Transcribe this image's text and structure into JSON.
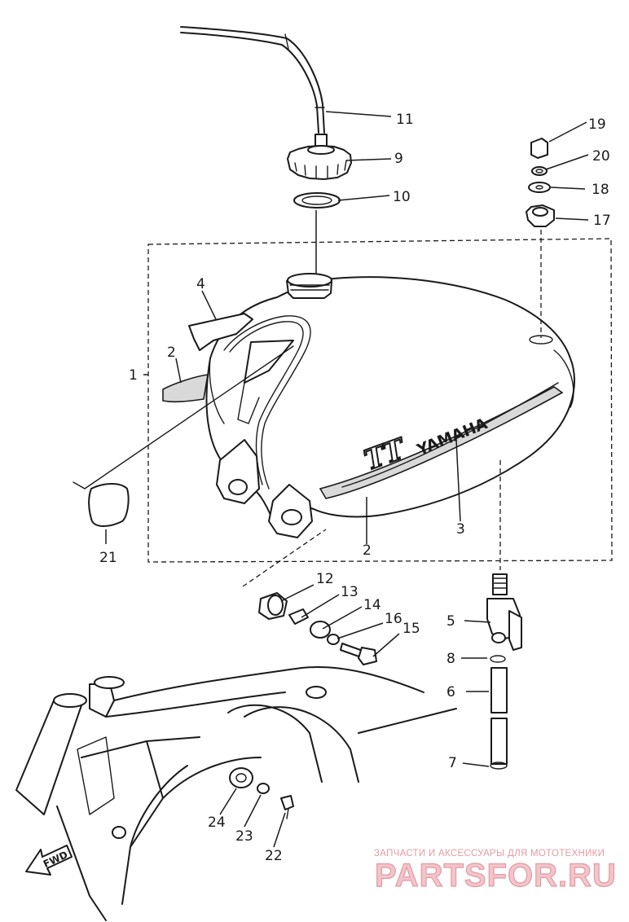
{
  "diagram": {
    "callouts": {
      "c1": "1",
      "c2a": "2",
      "c2b": "2",
      "c3": "3",
      "c4": "4",
      "c5": "5",
      "c6": "6",
      "c7": "7",
      "c8": "8",
      "c9": "9",
      "c10": "10",
      "c11": "11",
      "c12": "12",
      "c13": "13",
      "c14": "14",
      "c15": "15",
      "c16": "16",
      "c17": "17",
      "c18": "18",
      "c19": "19",
      "c20": "20",
      "c21": "21",
      "c22": "22",
      "c23": "23",
      "c24": "24"
    },
    "tank_model_emblem": "TT",
    "tank_brand": "YAMAHA",
    "fwd_arrow_label": "FWD"
  },
  "watermark": {
    "line1": "ЗАПЧАСТИ И АКСЕССУАРЫ ДЛЯ МОТОТЕХНИКИ",
    "line2": "PARTSFOR.RU"
  },
  "colors": {
    "ink": "#1a1a1a",
    "background": "#ffffff",
    "watermark": "#e59aa3"
  }
}
